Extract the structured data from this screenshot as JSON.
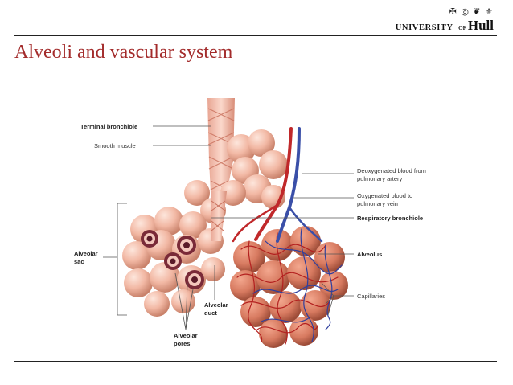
{
  "header": {
    "logo_text": "UNIVERSITY OF Hull",
    "logo_univ": "UNIVERSITY",
    "logo_of": "OF",
    "logo_hull": "Hull",
    "crest_symbols": "✠ ◎ ❦ ⚜"
  },
  "slide": {
    "title": "Alveoli and vascular system"
  },
  "diagram": {
    "labels": {
      "terminal_bronchiole": "Terminal bronchiole",
      "smooth_muscle": "Smooth muscle",
      "deoxy_line1": "Deoxygenated blood from",
      "deoxy_line2": "pulmonary artery",
      "oxy_line1": "Oxygenated blood to",
      "oxy_line2": "pulmonary vein",
      "respiratory_bronchiole": "Respiratory bronchiole",
      "alveolus": "Alveolus",
      "capillaries": "Capillaries",
      "alveolar_sac_line1": "Alveolar",
      "alveolar_sac_line2": "sac",
      "alveolar_duct_line1": "Alveolar",
      "alveolar_duct_line2": "duct",
      "alveolar_pores_line1": "Alveolar",
      "alveolar_pores_line2": "pores"
    },
    "colors": {
      "title_red": "#a32b2b",
      "tissue_pink": "#f2b8a4",
      "artery_blue": "#3a4fa8",
      "vein_red": "#c0282a"
    }
  }
}
